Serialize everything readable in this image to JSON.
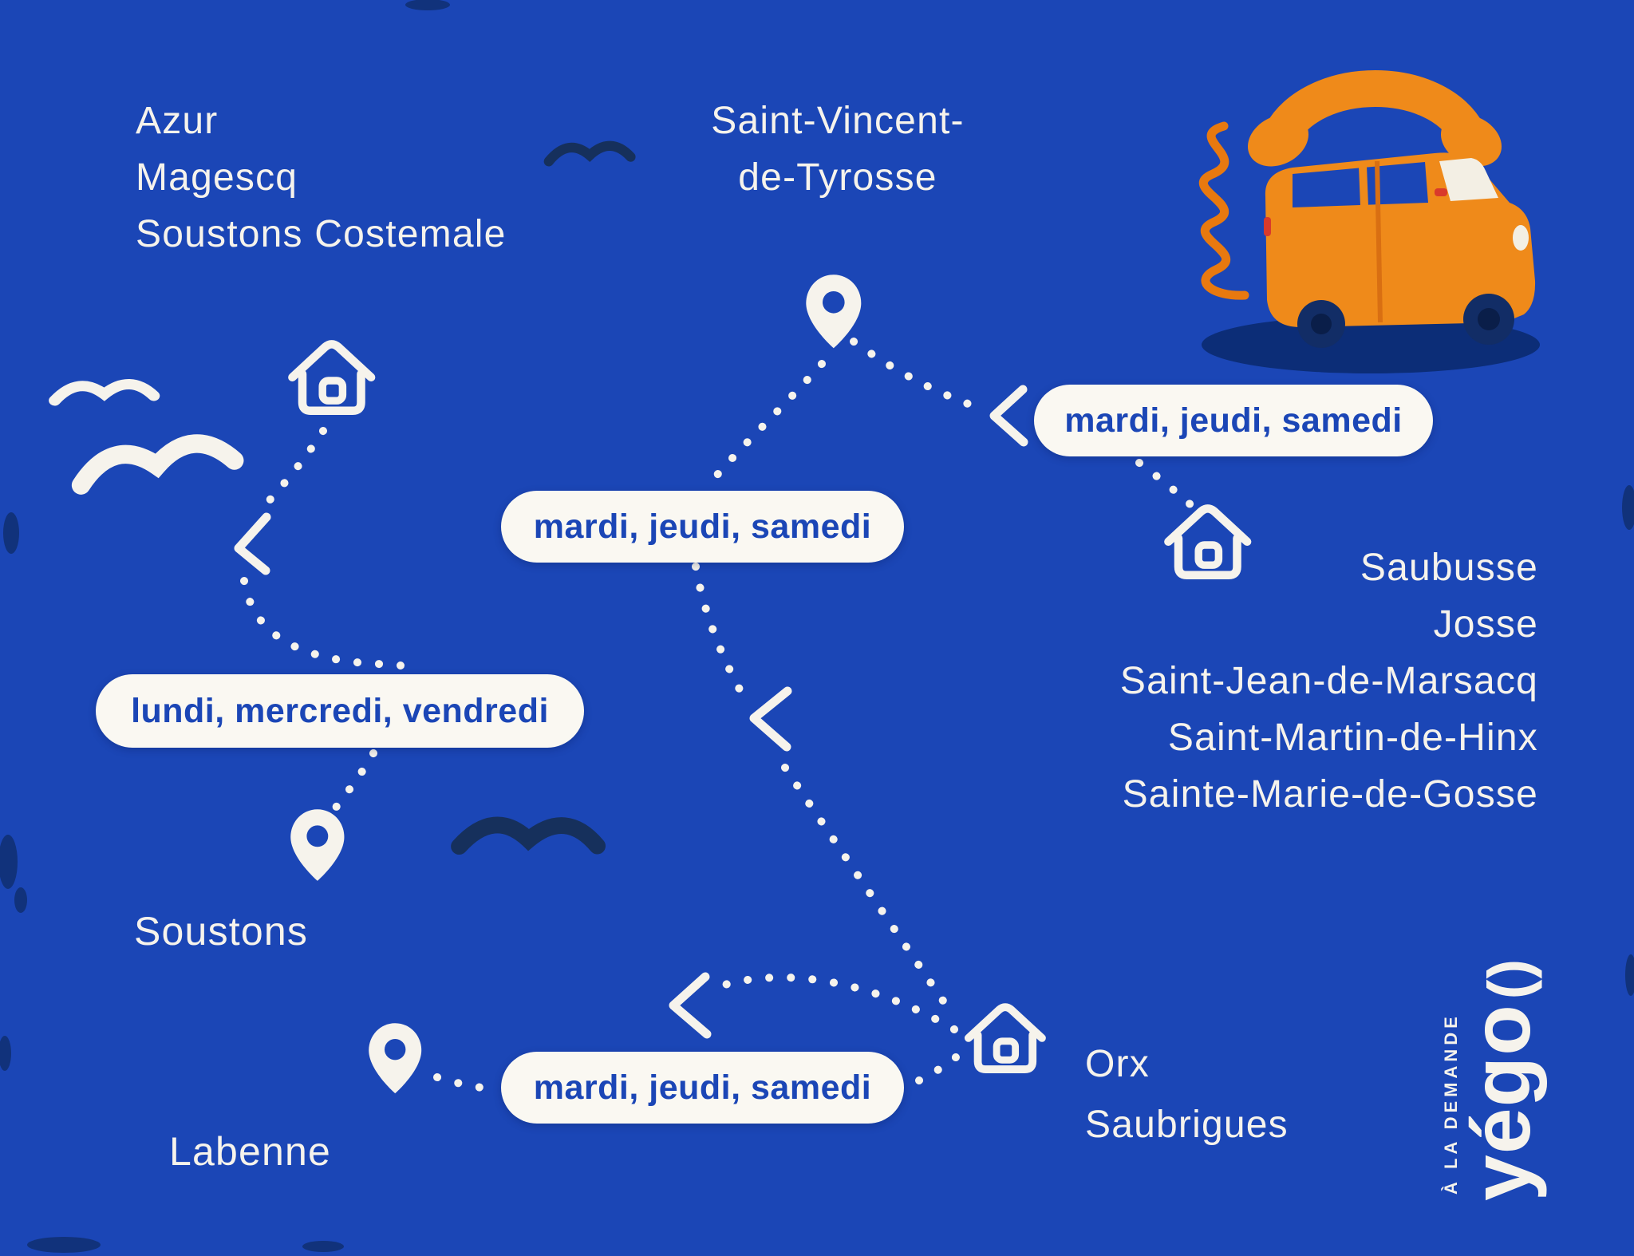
{
  "colors": {
    "background": "#1b46b6",
    "text": "#f6f3ec",
    "pill_background": "#faf8f2",
    "pill_text": "#1b46b6",
    "accent_orange": "#ef8a1a",
    "dark_navy": "#16305c"
  },
  "zones": {
    "azur_group": {
      "lines": [
        "Azur",
        "Magescq",
        "Soustons Costemale"
      ]
    },
    "saint_vincent": {
      "lines": [
        "Saint-Vincent-",
        "de-Tyrosse"
      ]
    },
    "saubusse_group": {
      "lines": [
        "Saubusse",
        "Josse",
        "Saint-Jean-de-Marsacq",
        "Saint-Martin-de-Hinx",
        "Sainte-Marie-de-Gosse"
      ]
    },
    "orx_group": {
      "lines": [
        "Orx",
        "Saubrigues"
      ]
    },
    "soustons": {
      "label": "Soustons"
    },
    "labenne": {
      "label": "Labenne"
    }
  },
  "schedules": {
    "left": "lundi, mercredi, vendredi",
    "center": "mardi, jeudi, samedi",
    "right": "mardi, jeudi, samedi",
    "bottom": "mardi, jeudi, samedi"
  },
  "icons": {
    "house": "house-icon",
    "pin": "map-pin-icon",
    "bird": "bird-icon",
    "van": "van-with-phone-illustration"
  },
  "logo": {
    "brand": "yégo",
    "suffix": "()",
    "tagline": "À LA DEMANDE"
  }
}
